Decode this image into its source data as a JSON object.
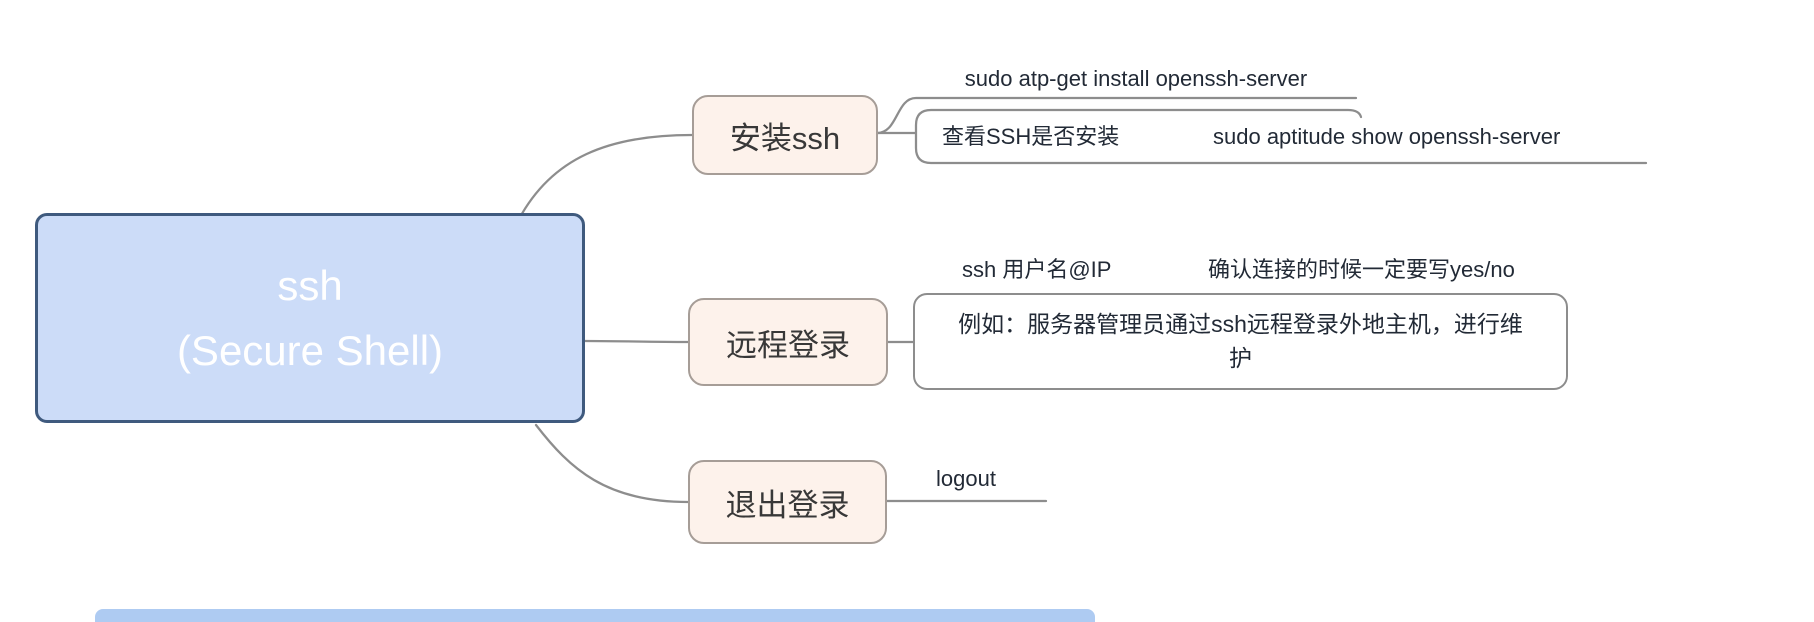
{
  "root": {
    "line1": "ssh",
    "line2": "(Secure Shell)"
  },
  "branches": [
    {
      "label": "安装ssh",
      "children": [
        {
          "text": "sudo atp-get install openssh-server"
        },
        {
          "label": "查看SSH是否安装",
          "note": "sudo aptitude show openssh-server"
        }
      ]
    },
    {
      "label": "远程登录",
      "children": [
        {
          "text": "ssh 用户名@IP",
          "note": "确认连接的时候一定要写yes/no"
        },
        {
          "text": "例如：服务器管理员通过ssh远程登录外地主机，进行维护"
        }
      ]
    },
    {
      "label": "退出登录",
      "children": [
        {
          "text": "logout"
        }
      ]
    }
  ],
  "colors": {
    "root_fill": "#ccdcf8",
    "root_border": "#3f5a7e",
    "root_text": "#ffffff",
    "branch_fill": "#fdf2eb",
    "branch_border": "#a69d97",
    "connector": "#8d8d8d",
    "leaf_text": "#222a36",
    "clipped_node_fill": "#aecbf2"
  }
}
